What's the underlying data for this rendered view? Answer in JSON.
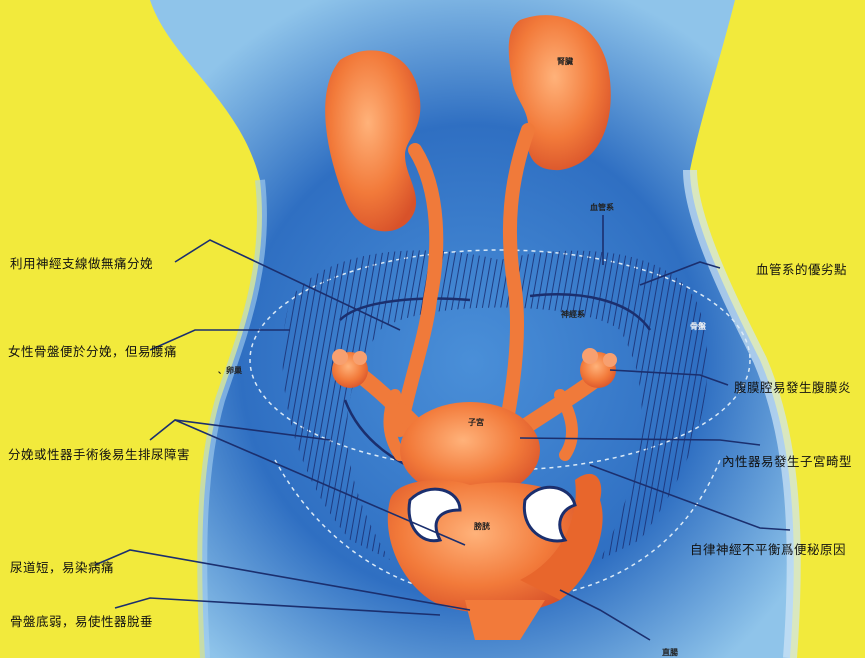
{
  "annotations_left": {
    "painless_childbirth": "利用神經支線做無痛分娩",
    "pelvis_childbirth": "女性骨盤便於分娩，但易腰痛",
    "urination_disorder": "分娩或性器手術後易生排尿障害",
    "short_urethra": "尿道短，易染病痛",
    "pelvic_floor": "骨盤底弱，易使性器脫垂"
  },
  "annotations_right": {
    "vascular_advantage": "血管系的優劣點",
    "peritonitis": "腹膜腔易發生腹膜炎",
    "uterus_malformation": "內性器易發生子宮畸型",
    "autonomic_constipation": "自律神經不平衡爲便秘原因"
  },
  "organ_labels": {
    "kidney": "腎臟",
    "vascular_system": "血管系",
    "nervous_system": "神經系",
    "bone": "骨盤",
    "ovary": "、卵巢",
    "uterus": "子宮",
    "bladder": "膀胱",
    "rectum": "直腸"
  },
  "colors": {
    "background": "#f2ea3c",
    "body": "#2f6fc2",
    "organ": "#f07a3a",
    "line": "#1b2f6e"
  }
}
